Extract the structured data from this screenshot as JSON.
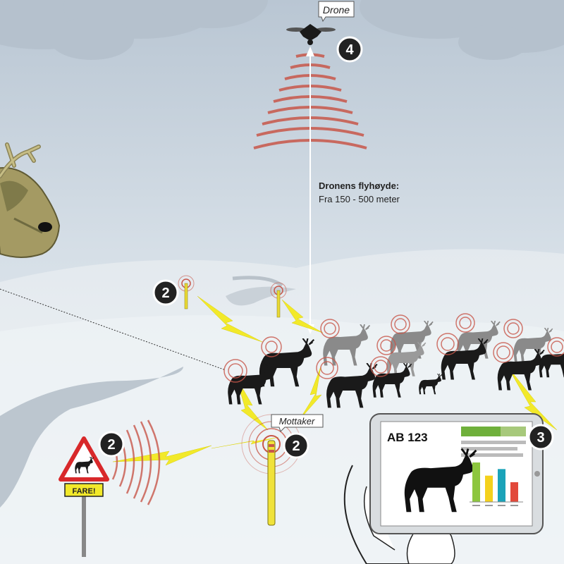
{
  "labels": {
    "drone": "Drone",
    "receiver": "Mottaker",
    "altitude_title": "Dronens flyhøyde:",
    "altitude_value": "Fra 150 - 500 meter",
    "sign_text": "FARE!",
    "tablet_id": "AB 123"
  },
  "badges": {
    "drone": "4",
    "sensor_left": "2",
    "sign": "2",
    "receiver": "2",
    "tablet": "3"
  },
  "colors": {
    "sky": "#cdd8e2",
    "snow": "#eef2f5",
    "signal_wave": "#c8574a",
    "lightning": "#f2e92a",
    "badge": "#222222",
    "reindeer": "#1a1a1a",
    "warning_red": "#d8282a",
    "bar_green": "#8dc63f",
    "bar_yellow": "#f4d11c",
    "bar_teal": "#1ba3b9",
    "bar_red": "#e2493b"
  },
  "tablet_chart": {
    "type": "bar",
    "values": [
      6,
      4,
      5,
      3
    ]
  }
}
